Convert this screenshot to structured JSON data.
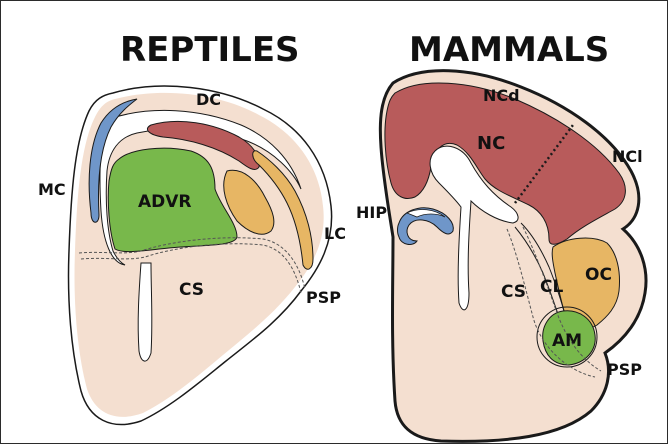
{
  "titles": {
    "left": "REPTILES",
    "right": "MAMMALS"
  },
  "reptile_labels": {
    "dc": "DC",
    "mc": "MC",
    "advr": "ADVR",
    "lc": "LC",
    "cs": "CS",
    "psp": "PSP"
  },
  "mammal_labels": {
    "ncd": "NCd",
    "nc": "NC",
    "ncl": "NCl",
    "hip": "HIP",
    "cs": "CS",
    "cl": "CL",
    "oc": "OC",
    "am": "AM",
    "psp": "PSP"
  },
  "colors": {
    "tissue": "#f4dfd0",
    "outline": "#1a1a1a",
    "cortex_red": "#b85b5b",
    "blue": "#6f96c9",
    "green": "#78b84b",
    "orange": "#e7b664",
    "white": "#ffffff"
  }
}
